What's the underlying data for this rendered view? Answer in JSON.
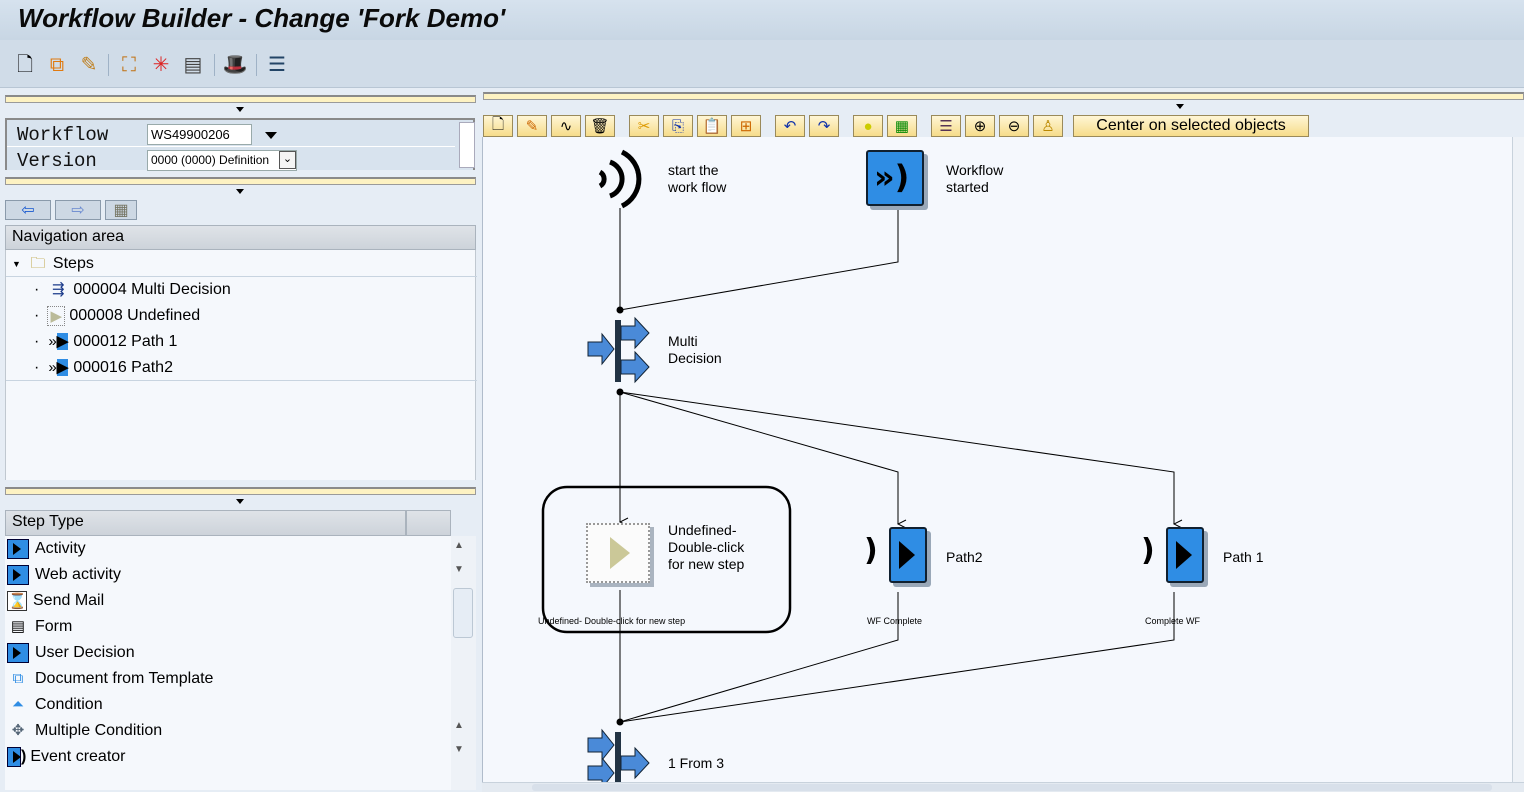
{
  "title": "Workflow Builder - Change 'Fork Demo'",
  "form": {
    "workflow_label": "Workflow",
    "workflow_value": "WS49900206",
    "version_label": "Version",
    "version_value": "0000 (0000) Definition"
  },
  "navigation": {
    "header": "Navigation area",
    "root": "Steps",
    "items": [
      {
        "label": "000004 Multi Decision",
        "icon": "multi-decision-icon"
      },
      {
        "label": "000008 Undefined",
        "icon": "undefined-step-icon"
      },
      {
        "label": "000012 Path 1",
        "icon": "event-activity-icon"
      },
      {
        "label": "000016 Path2",
        "icon": "event-activity-icon"
      }
    ]
  },
  "step_types": {
    "header": "Step Type",
    "items": [
      {
        "label": "Activity",
        "icon": "activity-icon"
      },
      {
        "label": "Web activity",
        "icon": "web-activity-icon"
      },
      {
        "label": "Send Mail",
        "icon": "send-mail-icon"
      },
      {
        "label": "Form",
        "icon": "form-icon"
      },
      {
        "label": "User Decision",
        "icon": "user-decision-icon"
      },
      {
        "label": "Document from Template",
        "icon": "document-template-icon"
      },
      {
        "label": "Condition",
        "icon": "condition-icon"
      },
      {
        "label": "Multiple Condition",
        "icon": "multiple-condition-icon"
      },
      {
        "label": "Event creator",
        "icon": "event-creator-icon"
      }
    ]
  },
  "graphic_toolbar": {
    "center_label": "Center on selected objects"
  },
  "diagram": {
    "start": {
      "label": "start the work flow"
    },
    "wf_started": {
      "label": "Workflow started"
    },
    "multi": {
      "label": "Multi Decision"
    },
    "undefined": {
      "label": "Undefined- Double-click for new step",
      "outcome": "Undefined- Double-click for new step"
    },
    "path2": {
      "label": "Path2",
      "outcome": "WF Complete"
    },
    "path1": {
      "label": "Path 1",
      "outcome": "Complete WF"
    },
    "join": {
      "label": "1 From 3"
    }
  }
}
